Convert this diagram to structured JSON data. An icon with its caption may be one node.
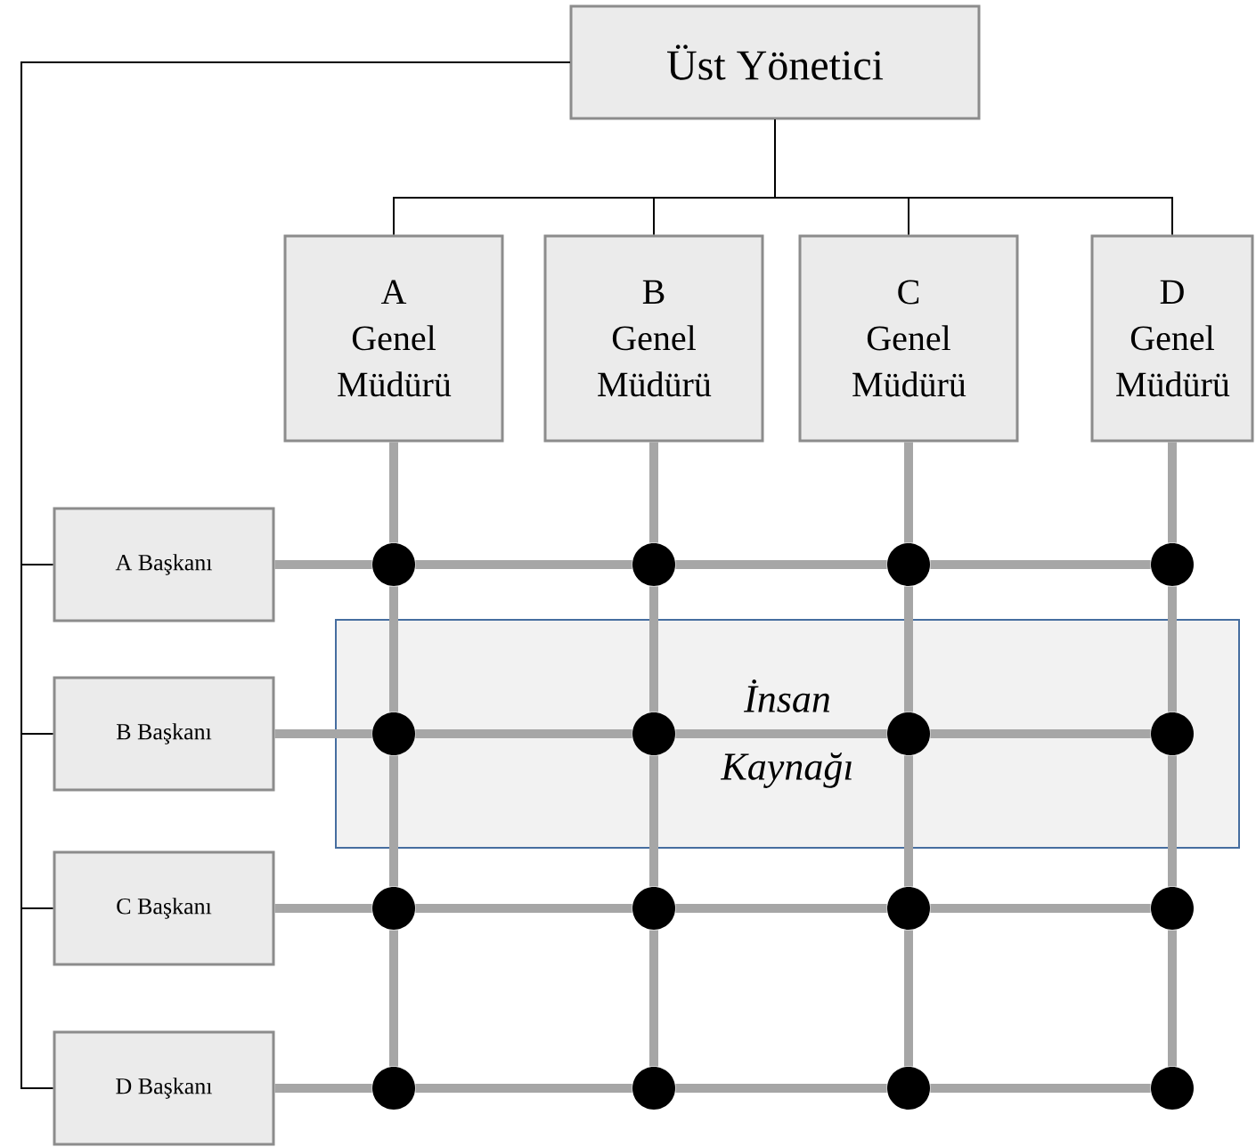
{
  "diagram": {
    "nodes": [
      {
        "text": [
          "Üst Yönetici"
        ]
      },
      {
        "text": [
          "A Genel Müdürü"
        ]
      },
      {
        "text": [
          "B Genel Müdürü"
        ]
      },
      {
        "text": [
          "C Genel Müdürü"
        ]
      },
      {
        "text": [
          "D Genel Müdürü"
        ]
      },
      {
        "text": [
          "A Başkanı"
        ]
      },
      {
        "text": [
          "B Başkanı"
        ]
      },
      {
        "text": [
          "C Başkanı"
        ]
      },
      {
        "text": [
          "D Başkanı"
        ]
      },
      {
        "text": [
          "İnsan Kaynağı"
        ]
      },
      {
        "text": [],
        "shape": "circle"
      },
      {
        "text": [],
        "shape": "circle"
      },
      {
        "text": [],
        "shape": "circle"
      },
      {
        "text": [],
        "shape": "circle"
      },
      {
        "text": [],
        "shape": "circle",
        "in": 9
      },
      {
        "text": [],
        "shape": "circle",
        "in": 9
      },
      {
        "text": [],
        "shape": "circle",
        "in": 9
      },
      {
        "text": [],
        "shape": "circle",
        "in": 9
      },
      {
        "text": [],
        "shape": "circle"
      },
      {
        "text": [],
        "shape": "circle"
      },
      {
        "text": [],
        "shape": "circle"
      },
      {
        "text": [],
        "shape": "circle"
      },
      {
        "text": [],
        "shape": "circle"
      },
      {
        "text": [],
        "shape": "circle"
      },
      {
        "text": [],
        "shape": "circle"
      },
      {
        "text": [],
        "shape": "circle"
      }
    ],
    "edges": [
      {
        "from": 0,
        "to": 1,
        "arrow": "none",
        "color": "#000000"
      },
      {
        "from": 0,
        "to": 2,
        "arrow": "none",
        "color": "#000000"
      },
      {
        "from": 0,
        "to": 3,
        "arrow": "none",
        "color": "#000000"
      },
      {
        "from": 0,
        "to": 4,
        "arrow": "none",
        "color": "#000000"
      },
      {
        "from": 0,
        "to": 5,
        "arrow": "none",
        "color": "#000000"
      },
      {
        "from": 0,
        "to": 6,
        "arrow": "none",
        "color": "#000000"
      },
      {
        "from": 0,
        "to": 7,
        "arrow": "none",
        "color": "#000000"
      },
      {
        "from": 0,
        "to": 8,
        "arrow": "none",
        "color": "#000000"
      },
      {
        "from": 1,
        "to": 10,
        "arrow": "none"
      },
      {
        "from": 2,
        "to": 11,
        "arrow": "none"
      },
      {
        "from": 3,
        "to": 12,
        "arrow": "none"
      },
      {
        "from": 4,
        "to": 13,
        "arrow": "none"
      },
      {
        "from": 5,
        "to": 10,
        "arrow": "none"
      },
      {
        "from": 6,
        "to": 14,
        "arrow": "none"
      },
      {
        "from": 7,
        "to": 18,
        "arrow": "none"
      },
      {
        "from": 8,
        "to": 22,
        "arrow": "none"
      },
      {
        "from": 10,
        "to": 11,
        "arrow": "none"
      },
      {
        "from": 11,
        "to": 12,
        "arrow": "none"
      },
      {
        "from": 12,
        "to": 13,
        "arrow": "none"
      },
      {
        "from": 14,
        "to": 15,
        "arrow": "none"
      },
      {
        "from": 15,
        "to": 16,
        "arrow": "none"
      },
      {
        "from": 16,
        "to": 17,
        "arrow": "none"
      },
      {
        "from": 18,
        "to": 19,
        "arrow": "none"
      },
      {
        "from": 19,
        "to": 20,
        "arrow": "none"
      },
      {
        "from": 20,
        "to": 21,
        "arrow": "none"
      },
      {
        "from": 22,
        "to": 23,
        "arrow": "none"
      },
      {
        "from": 23,
        "to": 24,
        "arrow": "none"
      },
      {
        "from": 24,
        "to": 25,
        "arrow": "none"
      },
      {
        "from": 10,
        "to": 14,
        "arrow": "none"
      },
      {
        "from": 14,
        "to": 18,
        "arrow": "none"
      },
      {
        "from": 18,
        "to": 22,
        "arrow": "none"
      },
      {
        "from": 11,
        "to": 15,
        "arrow": "none"
      },
      {
        "from": 15,
        "to": 19,
        "arrow": "none"
      },
      {
        "from": 19,
        "to": 23,
        "arrow": "none"
      },
      {
        "from": 12,
        "to": 16,
        "arrow": "none"
      },
      {
        "from": 16,
        "to": 20,
        "arrow": "none"
      },
      {
        "from": 20,
        "to": 24,
        "arrow": "none"
      },
      {
        "from": 13,
        "to": 17,
        "arrow": "none"
      },
      {
        "from": 17,
        "to": 21,
        "arrow": "none"
      },
      {
        "from": 21,
        "to": 25,
        "arrow": "none"
      }
    ]
  }
}
